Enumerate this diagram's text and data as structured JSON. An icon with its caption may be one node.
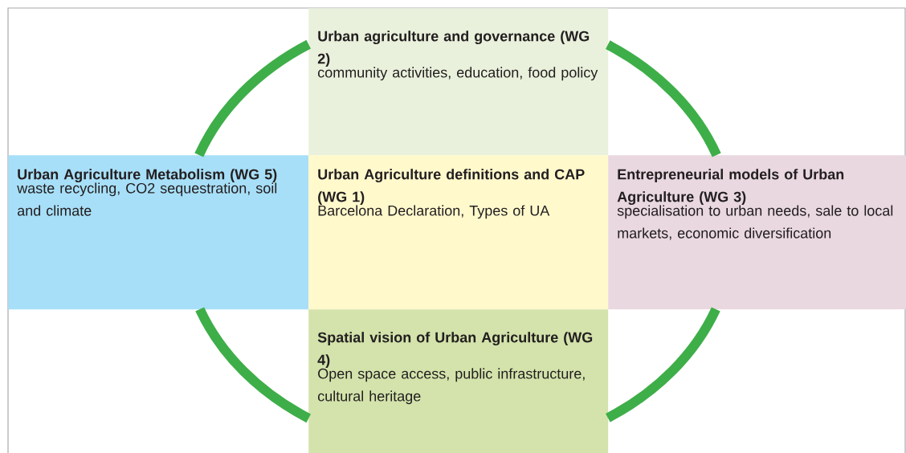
{
  "diagram": {
    "nodes": [
      {
        "text": [
          "Urban agriculture and governance (WG 2)",
          "community activities, education, food policy"
        ]
      },
      {
        "text": [
          "Urban Agriculture Metabolism (WG 5)",
          "waste recycling, CO2  sequestration, soil and climate"
        ]
      },
      {
        "text": [
          "Urban Agriculture definitions and CAP (WG 1)",
          "Barcelona Declaration, Types of UA"
        ]
      },
      {
        "text": [
          "Entrepreneurial models of Urban Agriculture (WG 3)",
          "specialisation to urban needs, sale to local markets, economic diversification"
        ]
      },
      {
        "text": [
          "Spatial vision of Urban Agriculture  (WG 4)",
          "Open space access, public infrastructure, cultural heritage"
        ]
      }
    ],
    "edges": [
      {
        "from": 0,
        "to": 3,
        "arrow": "none"
      },
      {
        "from": 3,
        "to": 4,
        "arrow": "none"
      },
      {
        "from": 4,
        "to": 1,
        "arrow": "none"
      },
      {
        "from": 1,
        "to": 0,
        "arrow": "none"
      }
    ]
  }
}
